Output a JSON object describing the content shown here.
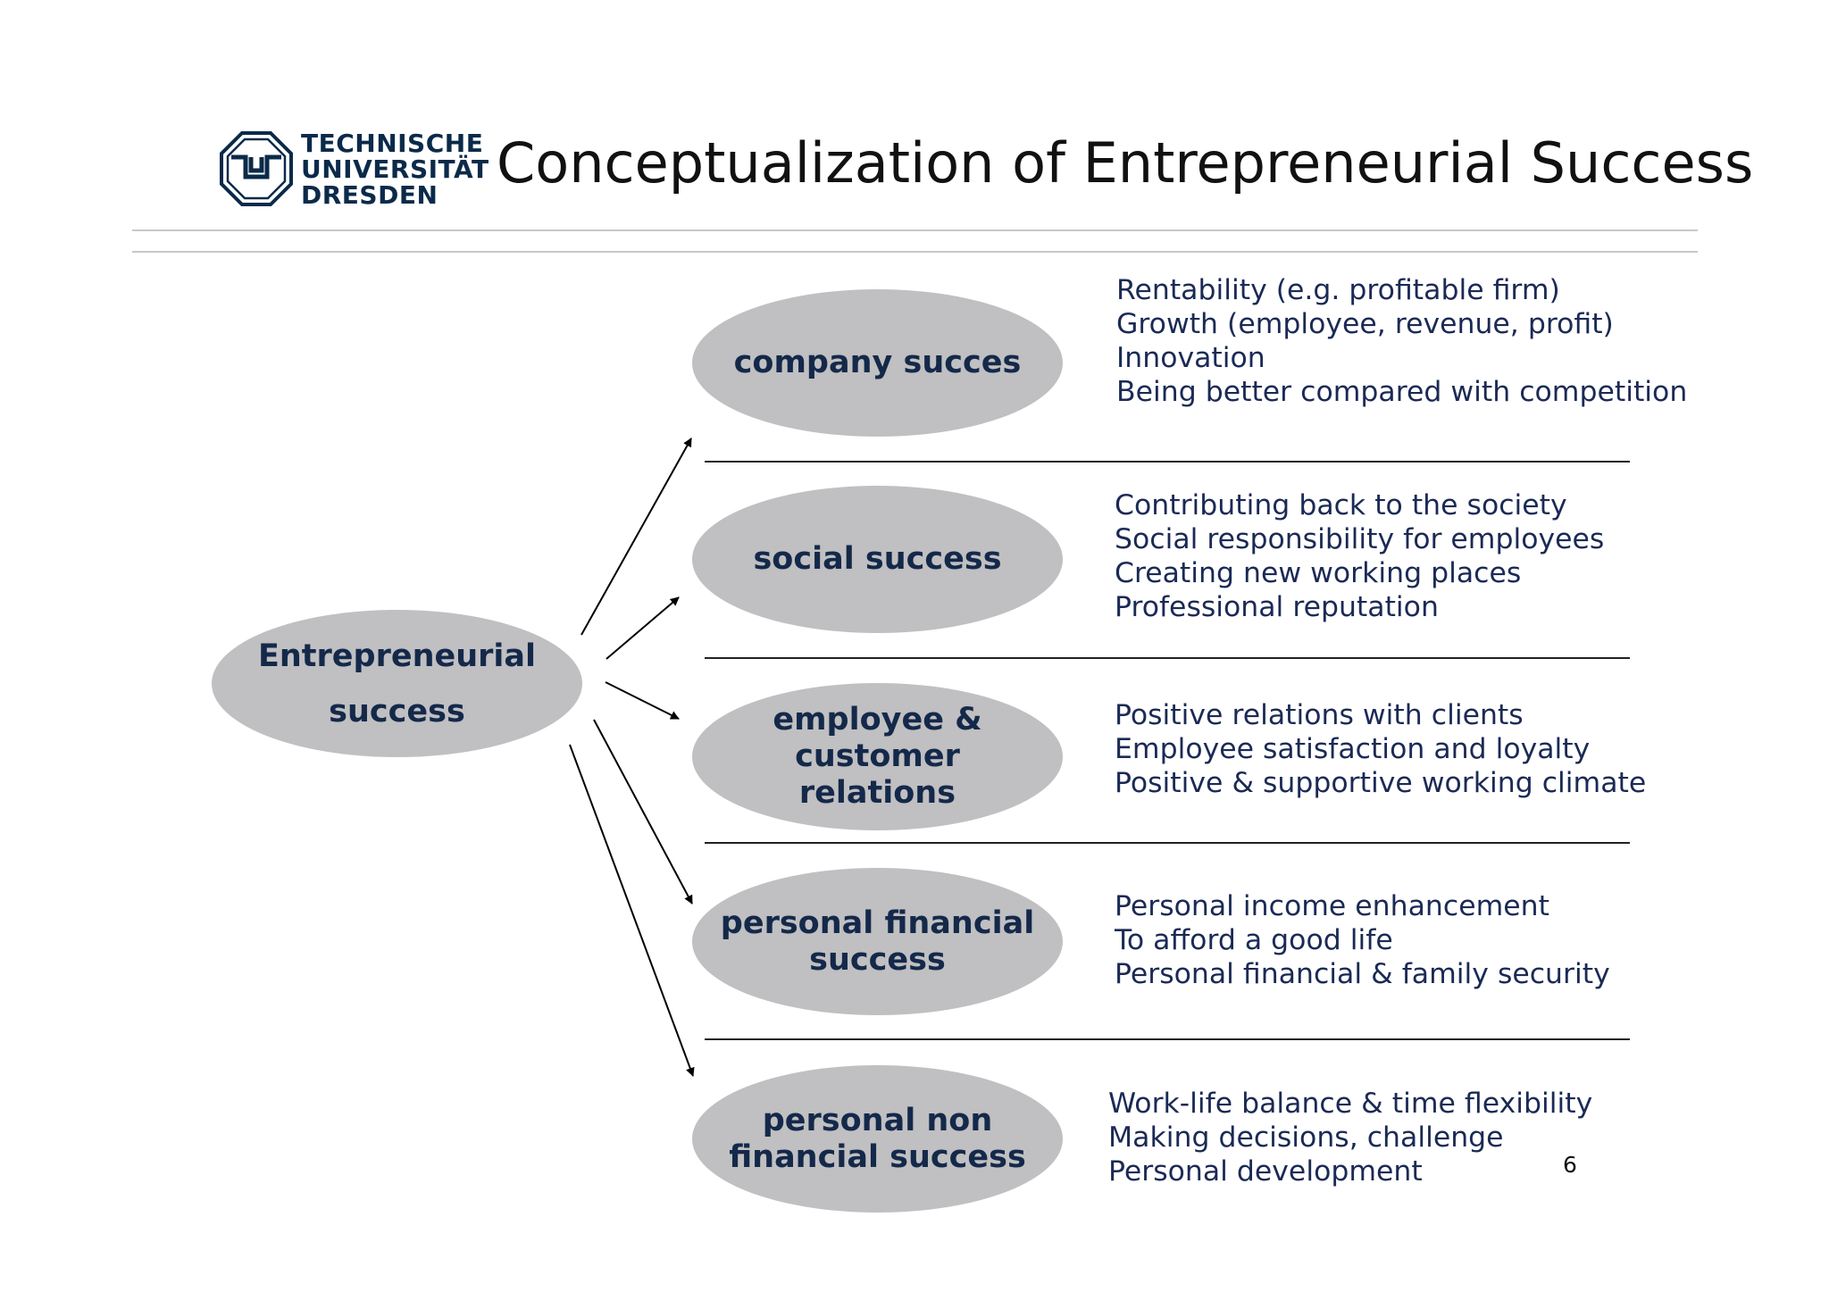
{
  "header": {
    "logo_lines": [
      "TECHNISCHE",
      "UNIVERSITÄT",
      "DRESDEN"
    ],
    "title": "Conceptualization of Entrepreneurial Success"
  },
  "diagram": {
    "root": {
      "label": "Entrepreneurial\nsuccess"
    },
    "categories": [
      {
        "label": "company succes",
        "descriptions": [
          "Rentability (e.g. profitable firm)",
          "Growth (employee, revenue, profit)",
          "Innovation",
          "Being better compared with competition"
        ]
      },
      {
        "label": "social success",
        "descriptions": [
          "Contributing back to the society",
          "Social responsibility for employees",
          "Creating new working places",
          "Professional reputation"
        ]
      },
      {
        "label": "employee &\ncustomer\nrelations",
        "descriptions": [
          "Positive relations with clients",
          "Employee satisfaction and loyalty",
          "Positive & supportive working climate"
        ]
      },
      {
        "label": "personal financial\nsuccess",
        "descriptions": [
          "Personal income enhancement",
          "To afford a good life",
          "Personal financial & family security"
        ]
      },
      {
        "label": "personal non\nfinancial success",
        "descriptions": [
          "Work-life balance & time flexibility",
          "Making decisions, challenge",
          "Personal development"
        ]
      }
    ]
  },
  "page_number": "6",
  "colors": {
    "ellipse_fill": "#c0bfc1",
    "label_text": "#14294a",
    "description_text": "#1b2a55",
    "logo": "#0b2a4a"
  }
}
